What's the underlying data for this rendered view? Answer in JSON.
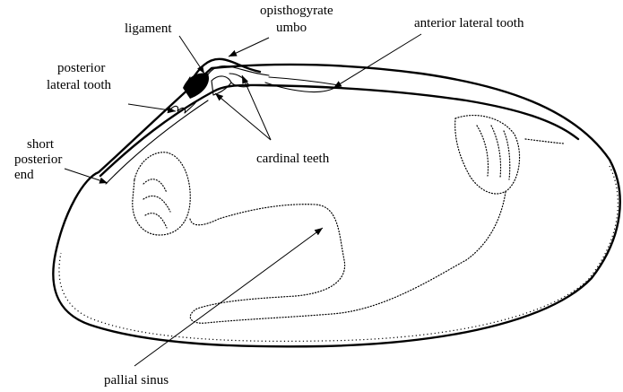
{
  "labels": {
    "ligament": "ligament",
    "umbo_line1": "opisthogyrate",
    "umbo_line2": "umbo",
    "anterior_lateral_tooth": "anterior lateral tooth",
    "posterior_line1": "posterior",
    "posterior_line2": "lateral tooth",
    "short_line1": "short",
    "short_line2": "posterior",
    "short_line3": "end",
    "cardinal_teeth": "cardinal teeth",
    "pallial_sinus": "pallial sinus"
  }
}
